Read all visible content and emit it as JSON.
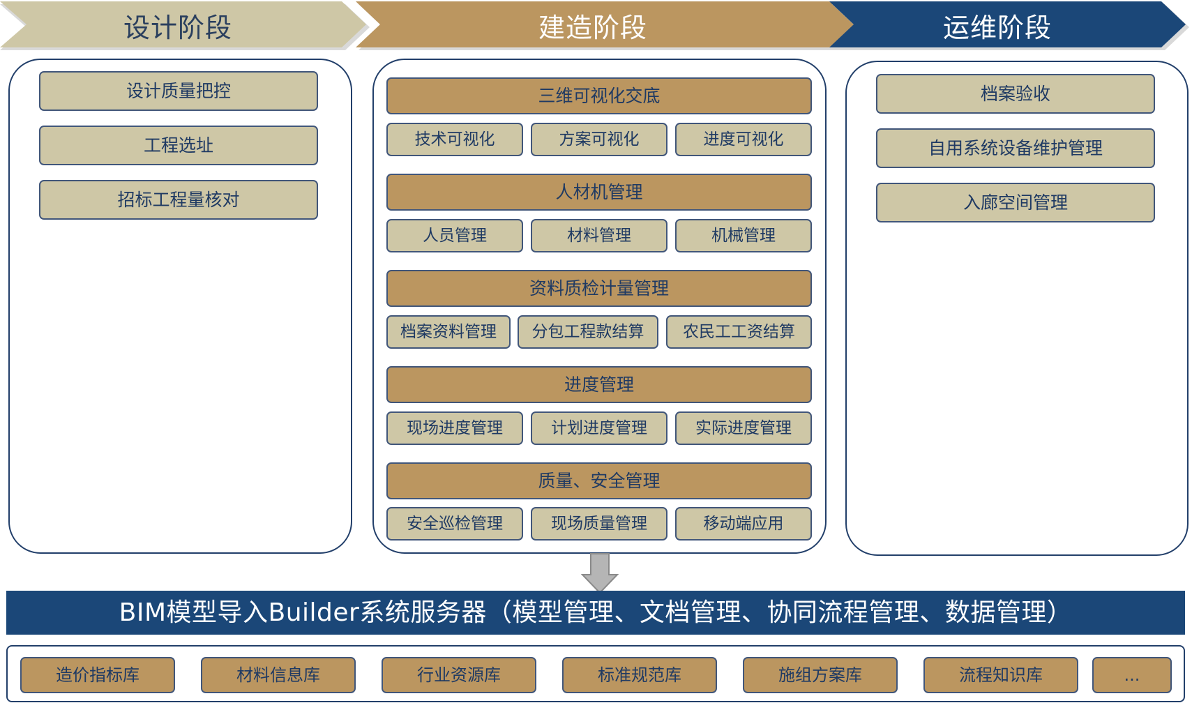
{
  "phases": [
    {
      "label": "设计阶段",
      "fill": "#cec7a6",
      "text_color": "#2a3f5e"
    },
    {
      "label": "建造阶段",
      "fill": "#bb9660",
      "text_color": "#ffffff"
    },
    {
      "label": "运维阶段",
      "fill": "#1b4778",
      "text_color": "#ffffff"
    }
  ],
  "design": {
    "items": [
      "设计质量把控",
      "工程选址",
      "招标工程量核对"
    ]
  },
  "construction": {
    "groups": [
      {
        "title": "三维可视化交底",
        "items": [
          "技术可视化",
          "方案可视化",
          "进度可视化"
        ]
      },
      {
        "title": "人材机管理",
        "items": [
          "人员管理",
          "材料管理",
          "机械管理"
        ]
      },
      {
        "title": "资料质检计量管理",
        "items": [
          "档案资料管理",
          "分包工程款结算",
          "农民工工资结算"
        ]
      },
      {
        "title": "进度管理",
        "items": [
          "现场进度管理",
          "计划进度管理",
          "实际进度管理"
        ]
      },
      {
        "title": "质量、安全管理",
        "items": [
          "安全巡检管理",
          "现场质量管理",
          "移动端应用"
        ]
      }
    ]
  },
  "operation": {
    "items": [
      "档案验收",
      "自用系统设备维护管理",
      "入廊空间管理"
    ]
  },
  "server": {
    "label": "BIM模型导入Builder系统服务器（模型管理、文档管理、协同流程管理、数据管理）"
  },
  "libraries": {
    "items": [
      "造价指标库",
      "材料信息库",
      "行业资源库",
      "标准规范库",
      "施组方案库",
      "流程知识库",
      "..."
    ]
  },
  "colors": {
    "khaki": "#cec7a6",
    "gold": "#bb9660",
    "navy": "#1b4778",
    "border": "#223f6a",
    "arrow_gray": "#b5b5b5"
  }
}
